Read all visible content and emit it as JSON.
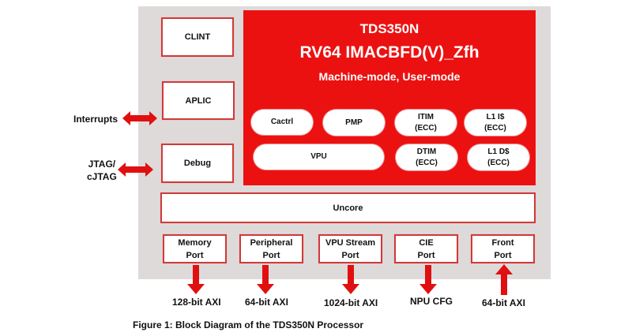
{
  "figure": {
    "caption": "Figure 1: Block Diagram of the TDS350N Processor",
    "colors": {
      "core_red": "#ec1111",
      "border_red": "#d03a3a",
      "background_gray": "#dedada",
      "arrow_red": "#e01010"
    }
  },
  "left_blocks": [
    {
      "label": "CLINT"
    },
    {
      "label": "APLIC"
    },
    {
      "label": "Debug"
    }
  ],
  "core": {
    "name": "TDS350N",
    "isa": "RV64 IMACBFD(V)_Zfh",
    "modes": "Machine-mode, User-mode",
    "units": [
      {
        "line1": "Cactrl",
        "line2": ""
      },
      {
        "line1": "PMP",
        "line2": ""
      },
      {
        "line1": "ITIM",
        "line2": "(ECC)"
      },
      {
        "line1": "L1 I$",
        "line2": "(ECC)"
      },
      {
        "line1": "VPU",
        "line2": ""
      },
      {
        "line1": "DTIM",
        "line2": "(ECC)"
      },
      {
        "line1": "L1 D$",
        "line2": "(ECC)"
      }
    ]
  },
  "uncore": {
    "label": "Uncore"
  },
  "ports": [
    {
      "line1": "Memory",
      "line2": "Port",
      "bus": "128-bit AXI",
      "direction": "out"
    },
    {
      "line1": "Peripheral",
      "line2": "Port",
      "bus": "64-bit AXI",
      "direction": "out"
    },
    {
      "line1": "VPU Stream",
      "line2": "Port",
      "bus": "1024-bit AXI",
      "direction": "out"
    },
    {
      "line1": "CIE",
      "line2": "Port",
      "bus": "NPU CFG",
      "direction": "out"
    },
    {
      "line1": "Front",
      "line2": "Port",
      "bus": "64-bit AXI",
      "direction": "in"
    }
  ],
  "external_signals": [
    {
      "line1": "Interrupts",
      "line2": "",
      "direction": "bidirectional"
    },
    {
      "line1": "JTAG/",
      "line2": "cJTAG",
      "direction": "bidirectional"
    }
  ]
}
